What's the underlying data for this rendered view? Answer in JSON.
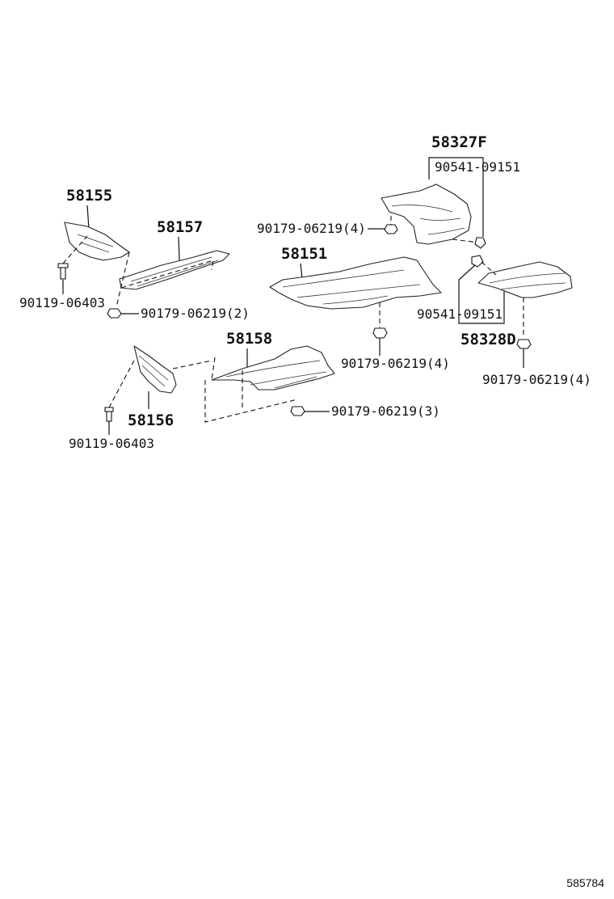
{
  "labels": {
    "p58327F": "58327F",
    "p90541_top": "90541-09151",
    "p58155": "58155",
    "p58157": "58157",
    "p90179_a": "90179-06219(4)",
    "p58151": "58151",
    "p90119_a": "90119-06403",
    "p90179_b": "90179-06219(2)",
    "p90541_bot": "90541-09151",
    "p58328D": "58328D",
    "p58158": "58158",
    "p90179_c": "90179-06219(4)",
    "p90179_d": "90179-06219(4)",
    "p58156": "58156",
    "p90179_e": "90179-06219(3)",
    "p90119_b": "90119-06403"
  },
  "diagram_id": "585784"
}
